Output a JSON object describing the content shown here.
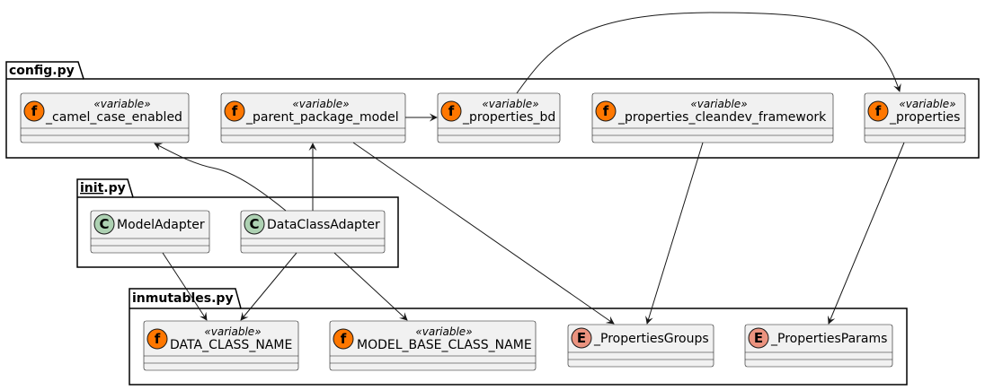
{
  "packages": {
    "config": {
      "title": "config.py"
    },
    "init": {
      "title_underlined": "init",
      "title_rest": ".py"
    },
    "inmutables": {
      "title": "inmutables.py"
    }
  },
  "elements": {
    "camel_case_enabled": {
      "name": "_camel_case_enabled",
      "stereotype": "«variable»",
      "kind": "f"
    },
    "parent_package_model": {
      "name": "_parent_package_model",
      "stereotype": "«variable»",
      "kind": "f"
    },
    "properties_bd": {
      "name": "_properties_bd",
      "stereotype": "«variable»",
      "kind": "f"
    },
    "properties_cleandev_framework": {
      "name": "_properties_cleandev_framework",
      "stereotype": "«variable»",
      "kind": "f"
    },
    "properties": {
      "name": "_properties",
      "stereotype": "«variable»",
      "kind": "f"
    },
    "model_adapter": {
      "name": "ModelAdapter",
      "kind": "C"
    },
    "data_class_adapter": {
      "name": "DataClassAdapter",
      "kind": "C"
    },
    "data_class_name": {
      "name": "DATA_CLASS_NAME",
      "stereotype": "«variable»",
      "kind": "f"
    },
    "model_base_class_name": {
      "name": "MODEL_BASE_CLASS_NAME",
      "stereotype": "«variable»",
      "kind": "f"
    },
    "properties_groups": {
      "name": "_PropertiesGroups",
      "kind": "E"
    },
    "properties_params": {
      "name": "_PropertiesParams",
      "kind": "E"
    }
  },
  "colors": {
    "function_badge": "#FF7700",
    "class_badge": "#ADD1B2",
    "enum_badge": "#EB937F",
    "box_fill": "#F1F1F1",
    "line": "#181818"
  }
}
